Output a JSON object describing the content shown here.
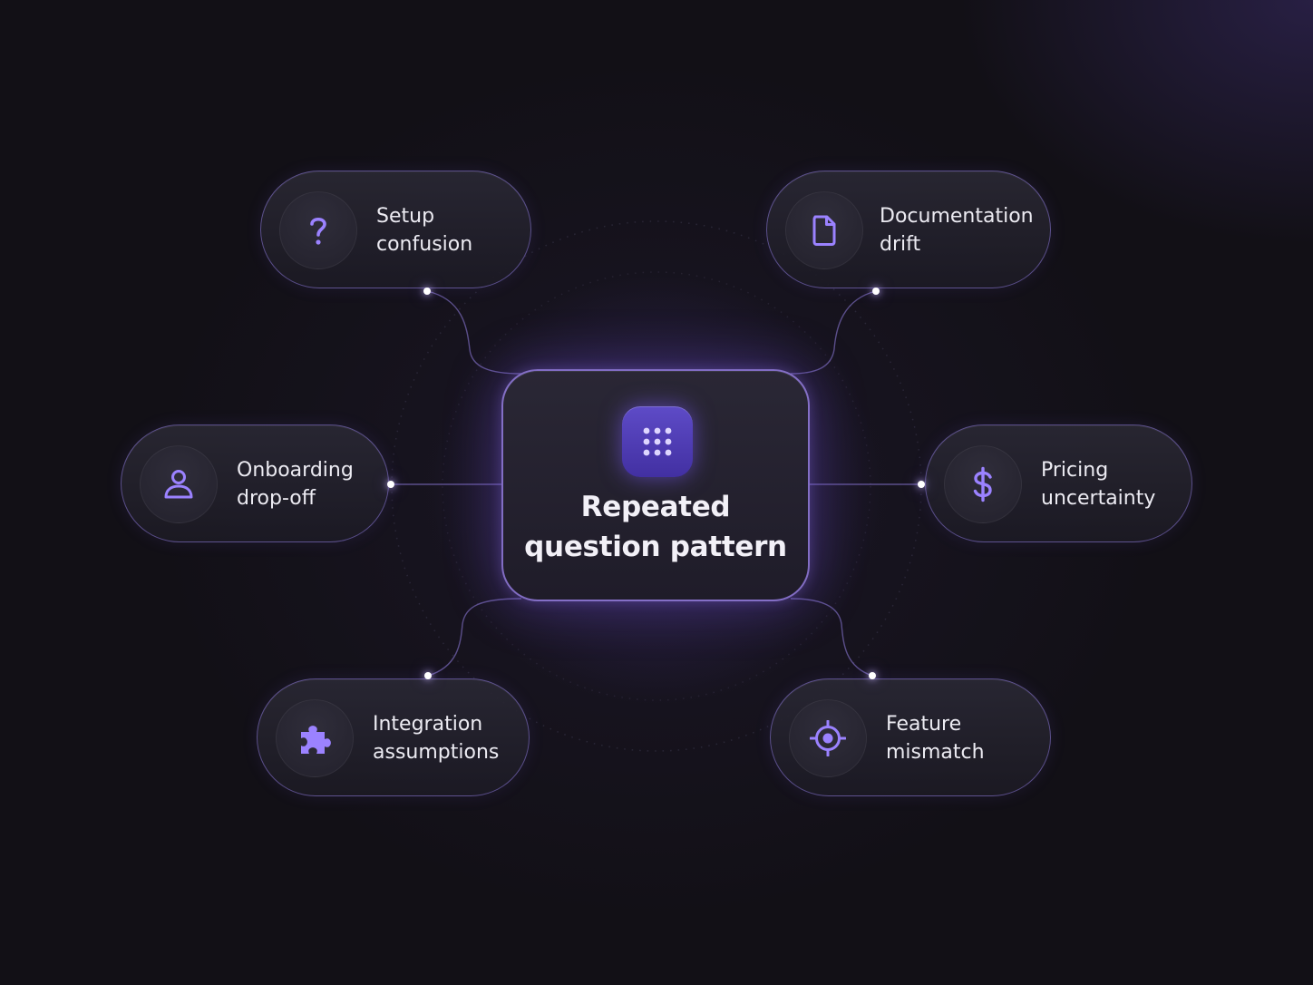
{
  "center": {
    "title_line1": "Repeated",
    "title_line2": "question pattern",
    "icon": "grid-dots-icon"
  },
  "nodes": [
    {
      "line1": "Setup",
      "line2": "confusion",
      "icon": "question-mark-icon"
    },
    {
      "line1": "Documentation",
      "line2": "drift",
      "icon": "document-icon"
    },
    {
      "line1": "Onboarding",
      "line2": "drop-off",
      "icon": "user-icon"
    },
    {
      "line1": "Pricing",
      "line2": "uncertainty",
      "icon": "dollar-icon"
    },
    {
      "line1": "Integration",
      "line2": "assumptions",
      "icon": "puzzle-icon"
    },
    {
      "line1": "Feature",
      "line2": "mismatch",
      "icon": "target-icon"
    }
  ],
  "colors": {
    "background": "#121016",
    "accent": "#8f73ff",
    "text": "#ecebf2"
  }
}
